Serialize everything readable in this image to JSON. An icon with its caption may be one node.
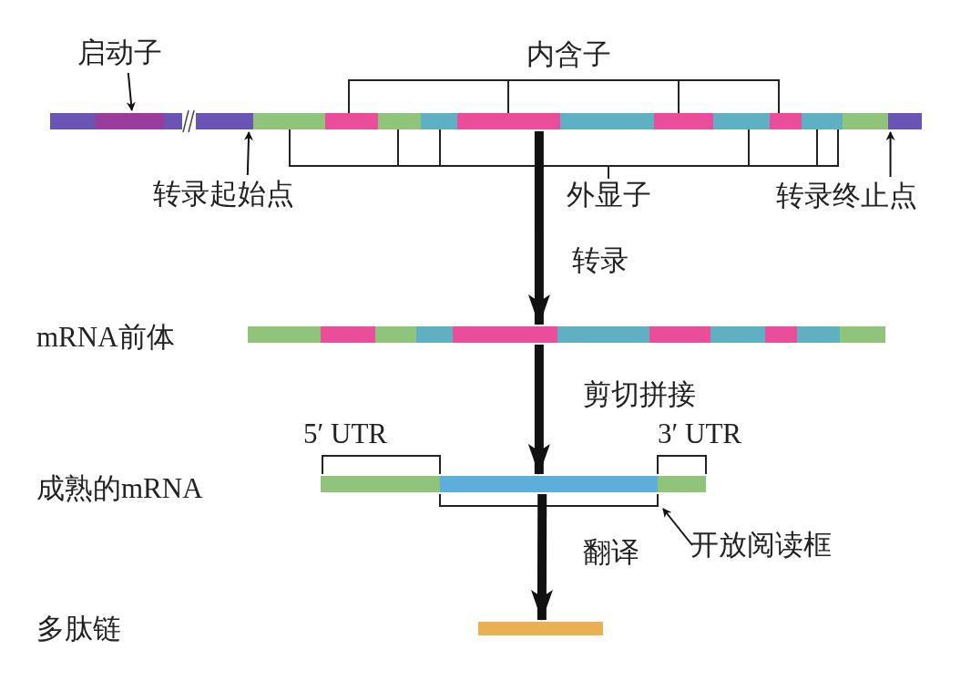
{
  "diagram": {
    "nodes": [
      {
        "text": [],
        "shape": "bar"
      },
      {
        "text": [],
        "shape": "bar",
        "in": 0
      },
      {
        "text": [
          "启动子"
        ]
      },
      {
        "text": [
          "转录起始点"
        ]
      },
      {
        "text": [
          "转录终止点"
        ]
      },
      {
        "text": [],
        "shape": "bar"
      },
      {
        "text": [],
        "shape": "bar"
      },
      {
        "text": [],
        "shape": "bar",
        "in": 6
      },
      {
        "text": [
          "开放阅读框"
        ]
      },
      {
        "text": [],
        "shape": "bar"
      }
    ],
    "edges": [
      {
        "from": 2,
        "to": 1,
        "arrow": "to"
      },
      {
        "from": 3,
        "to": 0,
        "arrow": "to"
      },
      {
        "from": 4,
        "to": 0,
        "arrow": "to"
      },
      {
        "from": 0,
        "to": 5,
        "arrow": "to",
        "label": "转录",
        "style": "thick"
      },
      {
        "from": 5,
        "to": 6,
        "arrow": "to",
        "label": "剪切拼接",
        "style": "thick"
      },
      {
        "from": 6,
        "to": 9,
        "arrow": "to",
        "label": "翻译",
        "style": "thick"
      },
      {
        "from": 8,
        "to": 7,
        "arrow": "to"
      }
    ],
    "labels": [
      "内含子",
      "外显子",
      "mRNA前体",
      "5′ UTR",
      "3′ UTR",
      "成熟的mRNA",
      "多肽链"
    ]
  }
}
